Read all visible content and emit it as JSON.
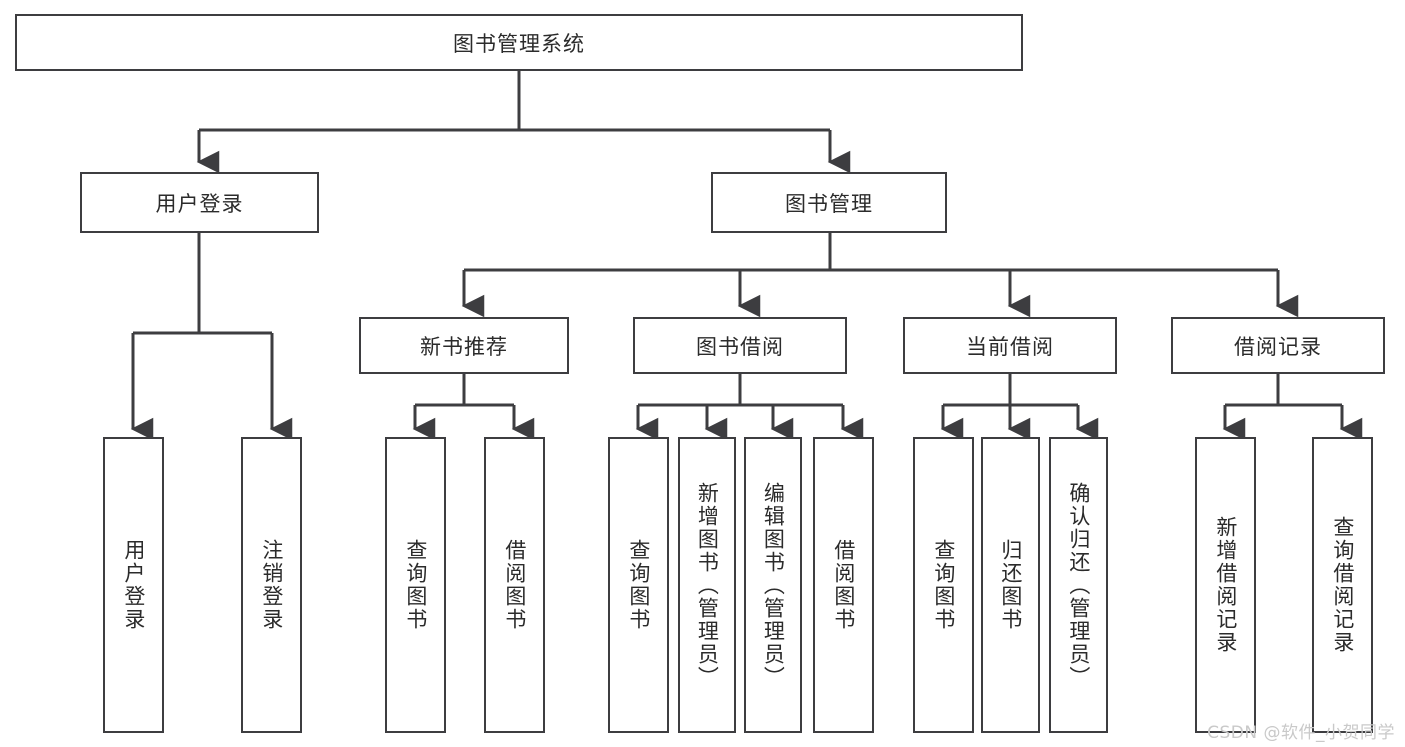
{
  "diagram": {
    "title": "图书管理系统",
    "line_color": "#3d3d40",
    "background_color": "#ffffff",
    "watermark": "CSDN @软件_小贺同学",
    "root": {
      "label": "图书管理系统"
    },
    "level2": [
      {
        "label": "用户登录"
      },
      {
        "label": "图书管理"
      }
    ],
    "level3": [
      {
        "label": "新书推荐"
      },
      {
        "label": "图书借阅"
      },
      {
        "label": "当前借阅"
      },
      {
        "label": "借阅记录"
      }
    ],
    "leaves": {
      "user_login": [
        {
          "label": "用户登录"
        },
        {
          "label": "注销登录"
        }
      ],
      "new_book_recommend": [
        {
          "label": "查询图书"
        },
        {
          "label": "借阅图书"
        }
      ],
      "book_borrow": [
        {
          "label": "查询图书"
        },
        {
          "label": "新增图书（管理员）"
        },
        {
          "label": "编辑图书（管理员）"
        },
        {
          "label": "借阅图书"
        }
      ],
      "current_borrow": [
        {
          "label": "查询图书"
        },
        {
          "label": "归还图书"
        },
        {
          "label": "确认归还（管理员）"
        }
      ],
      "borrow_record": [
        {
          "label": "新增借阅记录"
        },
        {
          "label": "查询借阅记录"
        }
      ]
    }
  }
}
